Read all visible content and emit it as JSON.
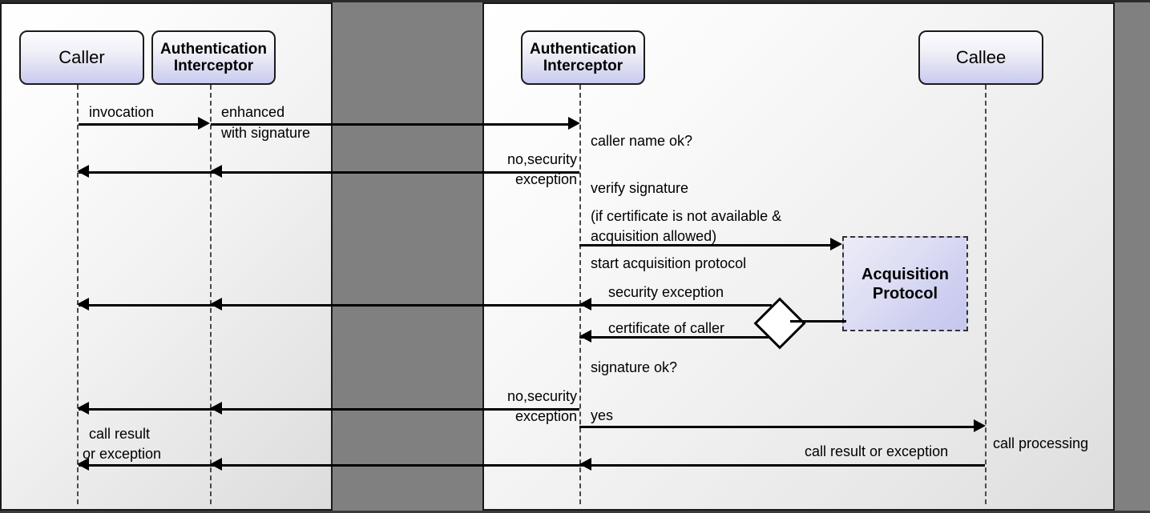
{
  "diagram": {
    "title": "Authentication Interceptor sequence diagram",
    "type": "uml-sequence",
    "panels": [
      {
        "id": "left",
        "name": "caller-side-panel"
      },
      {
        "id": "right",
        "name": "callee-side-panel"
      }
    ],
    "colors": {
      "background": "#808080",
      "panel_fill": "#f2f2f2",
      "lifebox_fill_top": "#fdfdfe",
      "lifebox_fill_bottom": "#c9caf0",
      "frame_fill": "#cdcef0",
      "line": "#000000",
      "lifeline": "#4a4a4a"
    },
    "participants": [
      {
        "id": "caller",
        "label": "Caller",
        "lines": [
          "Caller"
        ],
        "panel": "left"
      },
      {
        "id": "interceptor_l",
        "label": "Authentication Interceptor",
        "lines": [
          "Authentication",
          "Interceptor"
        ],
        "panel": "left"
      },
      {
        "id": "interceptor_r",
        "label": "Authentication Interceptor",
        "lines": [
          "Authentication",
          "Interceptor"
        ],
        "panel": "right"
      },
      {
        "id": "callee",
        "label": "Callee",
        "lines": [
          "Callee"
        ],
        "panel": "right"
      }
    ],
    "frames": [
      {
        "id": "acquisition",
        "lines": [
          "Acquisition",
          "Protocol"
        ],
        "style": "dashed"
      }
    ],
    "messages": [
      {
        "id": "m1",
        "label": "invocation",
        "from": "caller",
        "to": "interceptor_l",
        "direction": "right"
      },
      {
        "id": "m2",
        "label_lines": [
          "enhanced",
          "with signature"
        ],
        "from": "interceptor_l",
        "to": "interceptor_r",
        "direction": "right"
      },
      {
        "id": "m3",
        "label_lines": [
          "no,security",
          "exception"
        ],
        "from": "interceptor_r",
        "to": "caller",
        "direction": "left"
      },
      {
        "id": "m4",
        "label": "start acquisition protocol",
        "from": "interceptor_r",
        "to": "acquisition",
        "direction": "right"
      },
      {
        "id": "m5",
        "label": "security exception",
        "from": "acquisition",
        "to": "caller",
        "direction": "left"
      },
      {
        "id": "m6",
        "label": "certificate of caller",
        "from": "acquisition",
        "to": "interceptor_r",
        "direction": "left"
      },
      {
        "id": "m7",
        "label_lines": [
          "no,security",
          "exception"
        ],
        "from": "interceptor_r",
        "to": "caller",
        "direction": "left"
      },
      {
        "id": "m8",
        "label": "yes",
        "from": "interceptor_r",
        "to": "callee",
        "direction": "right"
      },
      {
        "id": "m9",
        "label": "call result or exception",
        "from": "callee",
        "to": "interceptor_r",
        "direction": "left"
      },
      {
        "id": "m10",
        "label_lines": [
          "call result",
          "or exception"
        ],
        "from": "interceptor_l",
        "to": "caller",
        "direction": "left"
      }
    ],
    "notes": [
      {
        "id": "n1",
        "text": "caller name ok?"
      },
      {
        "id": "n2",
        "text": "verify signature"
      },
      {
        "id": "n3",
        "lines": [
          "(if certificate is not available &",
          "acquisition allowed)"
        ]
      },
      {
        "id": "n4",
        "text": "signature ok?"
      },
      {
        "id": "n5",
        "text": "call processing"
      }
    ]
  },
  "labels": {
    "caller": "Caller",
    "auth_line1": "Authentication",
    "auth_line2": "Interceptor",
    "callee": "Callee",
    "acq_line1": "Acquisition",
    "acq_line2": "Protocol",
    "invocation": "invocation",
    "enhanced": "enhanced",
    "with_signature": "with signature",
    "caller_name_ok": "caller name ok?",
    "no_security": "no,security",
    "exception": "exception",
    "verify_signature": "verify signature",
    "if_cert_1": "(if certificate is not available &",
    "if_cert_2": "acquisition allowed)",
    "start_acq": "start acquisition protocol",
    "security_exception": "security exception",
    "certificate_of_caller": "certificate of caller",
    "signature_ok": "signature ok?",
    "yes": "yes",
    "call_result": "call result",
    "or_exception": "or exception",
    "call_result_or_exception": "call result or exception",
    "call_processing": "call processing"
  }
}
